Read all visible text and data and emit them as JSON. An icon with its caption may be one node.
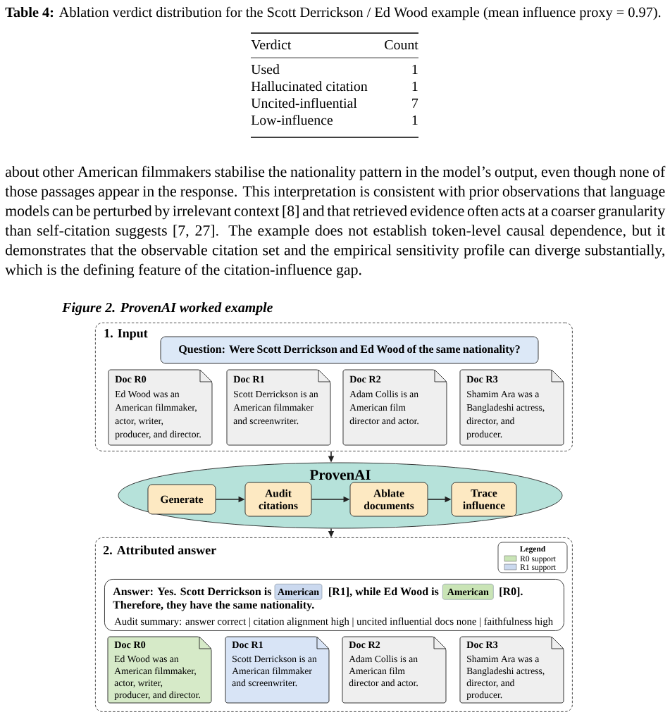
{
  "diagram": {
    "title": "Figure 2. ProvenAI worked example",
    "nodes": [
      {
        "text": [
          "1. Input"
        ]
      },
      {
        "text": [
          "Question: Were Scott Derrickson and Ed Wood of the same nationality?"
        ],
        "in": 0
      },
      {
        "text": [
          "Doc R0",
          "Ed Wood was an American filmmaker, actor, writer, producer, and director."
        ],
        "in": 0
      },
      {
        "text": [
          "Doc R1",
          "Scott Derrickson is an American filmmaker and screenwriter."
        ],
        "in": 0
      },
      {
        "text": [
          "Doc R2",
          "Adam Collis is an American film director and actor."
        ],
        "in": 0
      },
      {
        "text": [
          "Doc R3",
          "Shamim Ara was a Bangladeshi actress, director, and producer."
        ],
        "in": 0
      },
      {
        "text": [
          "ProvenAI"
        ]
      },
      {
        "text": [
          "Generate"
        ],
        "in": 6
      },
      {
        "text": [
          "Audit citations"
        ],
        "in": 6
      },
      {
        "text": [
          "Ablate documents"
        ],
        "in": 6
      },
      {
        "text": [
          "Trace influence"
        ],
        "in": 6
      },
      {
        "text": [
          "2. Attributed answer"
        ]
      },
      {
        "text": [
          "Answer: Yes. Scott Derrickson is",
          "[R1], while Ed Wood is",
          "[R0].",
          "Therefore, they have the same nationality.",
          "Audit summary: answer correct | citation alignment high | uncited influential docs none | faithfulness high"
        ],
        "in": 11
      },
      {
        "text": [
          "American"
        ],
        "in": 12
      },
      {
        "text": [
          "American"
        ],
        "in": 12
      },
      {
        "text": [
          "Doc R0",
          "Ed Wood was an American filmmaker, actor, writer, producer, and director."
        ],
        "in": 11
      },
      {
        "text": [
          "Doc R1",
          "Scott Derrickson is an American filmmaker and screenwriter."
        ],
        "in": 11
      },
      {
        "text": [
          "Doc R2",
          "Adam Collis is an American film director and actor."
        ],
        "in": 11
      },
      {
        "text": [
          "Doc R3",
          "Shamim Ara was a Bangladeshi actress, director, and producer."
        ],
        "in": 11
      }
    ],
    "edges": [
      {
        "from": 0,
        "to": 6,
        "arrow": "to"
      },
      {
        "from": 6,
        "to": 11,
        "arrow": "to"
      },
      {
        "from": 7,
        "to": 8,
        "arrow": "to"
      },
      {
        "from": 8,
        "to": 9,
        "arrow": "to"
      },
      {
        "from": 9,
        "to": 10,
        "arrow": "to"
      }
    ],
    "labels": [
      "**Table 4:** Ablation verdict distribution for the Scott Derrickson / Ed Wood example (mean influence proxy = 0.97).",
      "Verdict",
      "Count",
      "Used",
      "1",
      "Hallucinated citation",
      "1",
      "Uncited-influential",
      "7",
      "Low-influence",
      "1",
      "about other American filmmakers stabilise the nationality pattern in the model’s output, even though none of those passages appear in the response. This interpretation is consistent with prior observations that language models can be perturbed by irrelevant context [8] and that retrieved evidence often acts at a coarser granularity than self-citation suggests [7, 27]. The example does not establish token-level causal dependence, but it demonstrates that the observable citation set and the empirical sensitivity profile can diverge substantially, which is the defining feature of the citation-influence gap.",
      "Legend"
    ],
    "legend": [
      {
        "text": "R0 support",
        "color": "#c9e4b6"
      },
      {
        "text": "R1 support",
        "color": "#cbd9ef"
      }
    ]
  }
}
